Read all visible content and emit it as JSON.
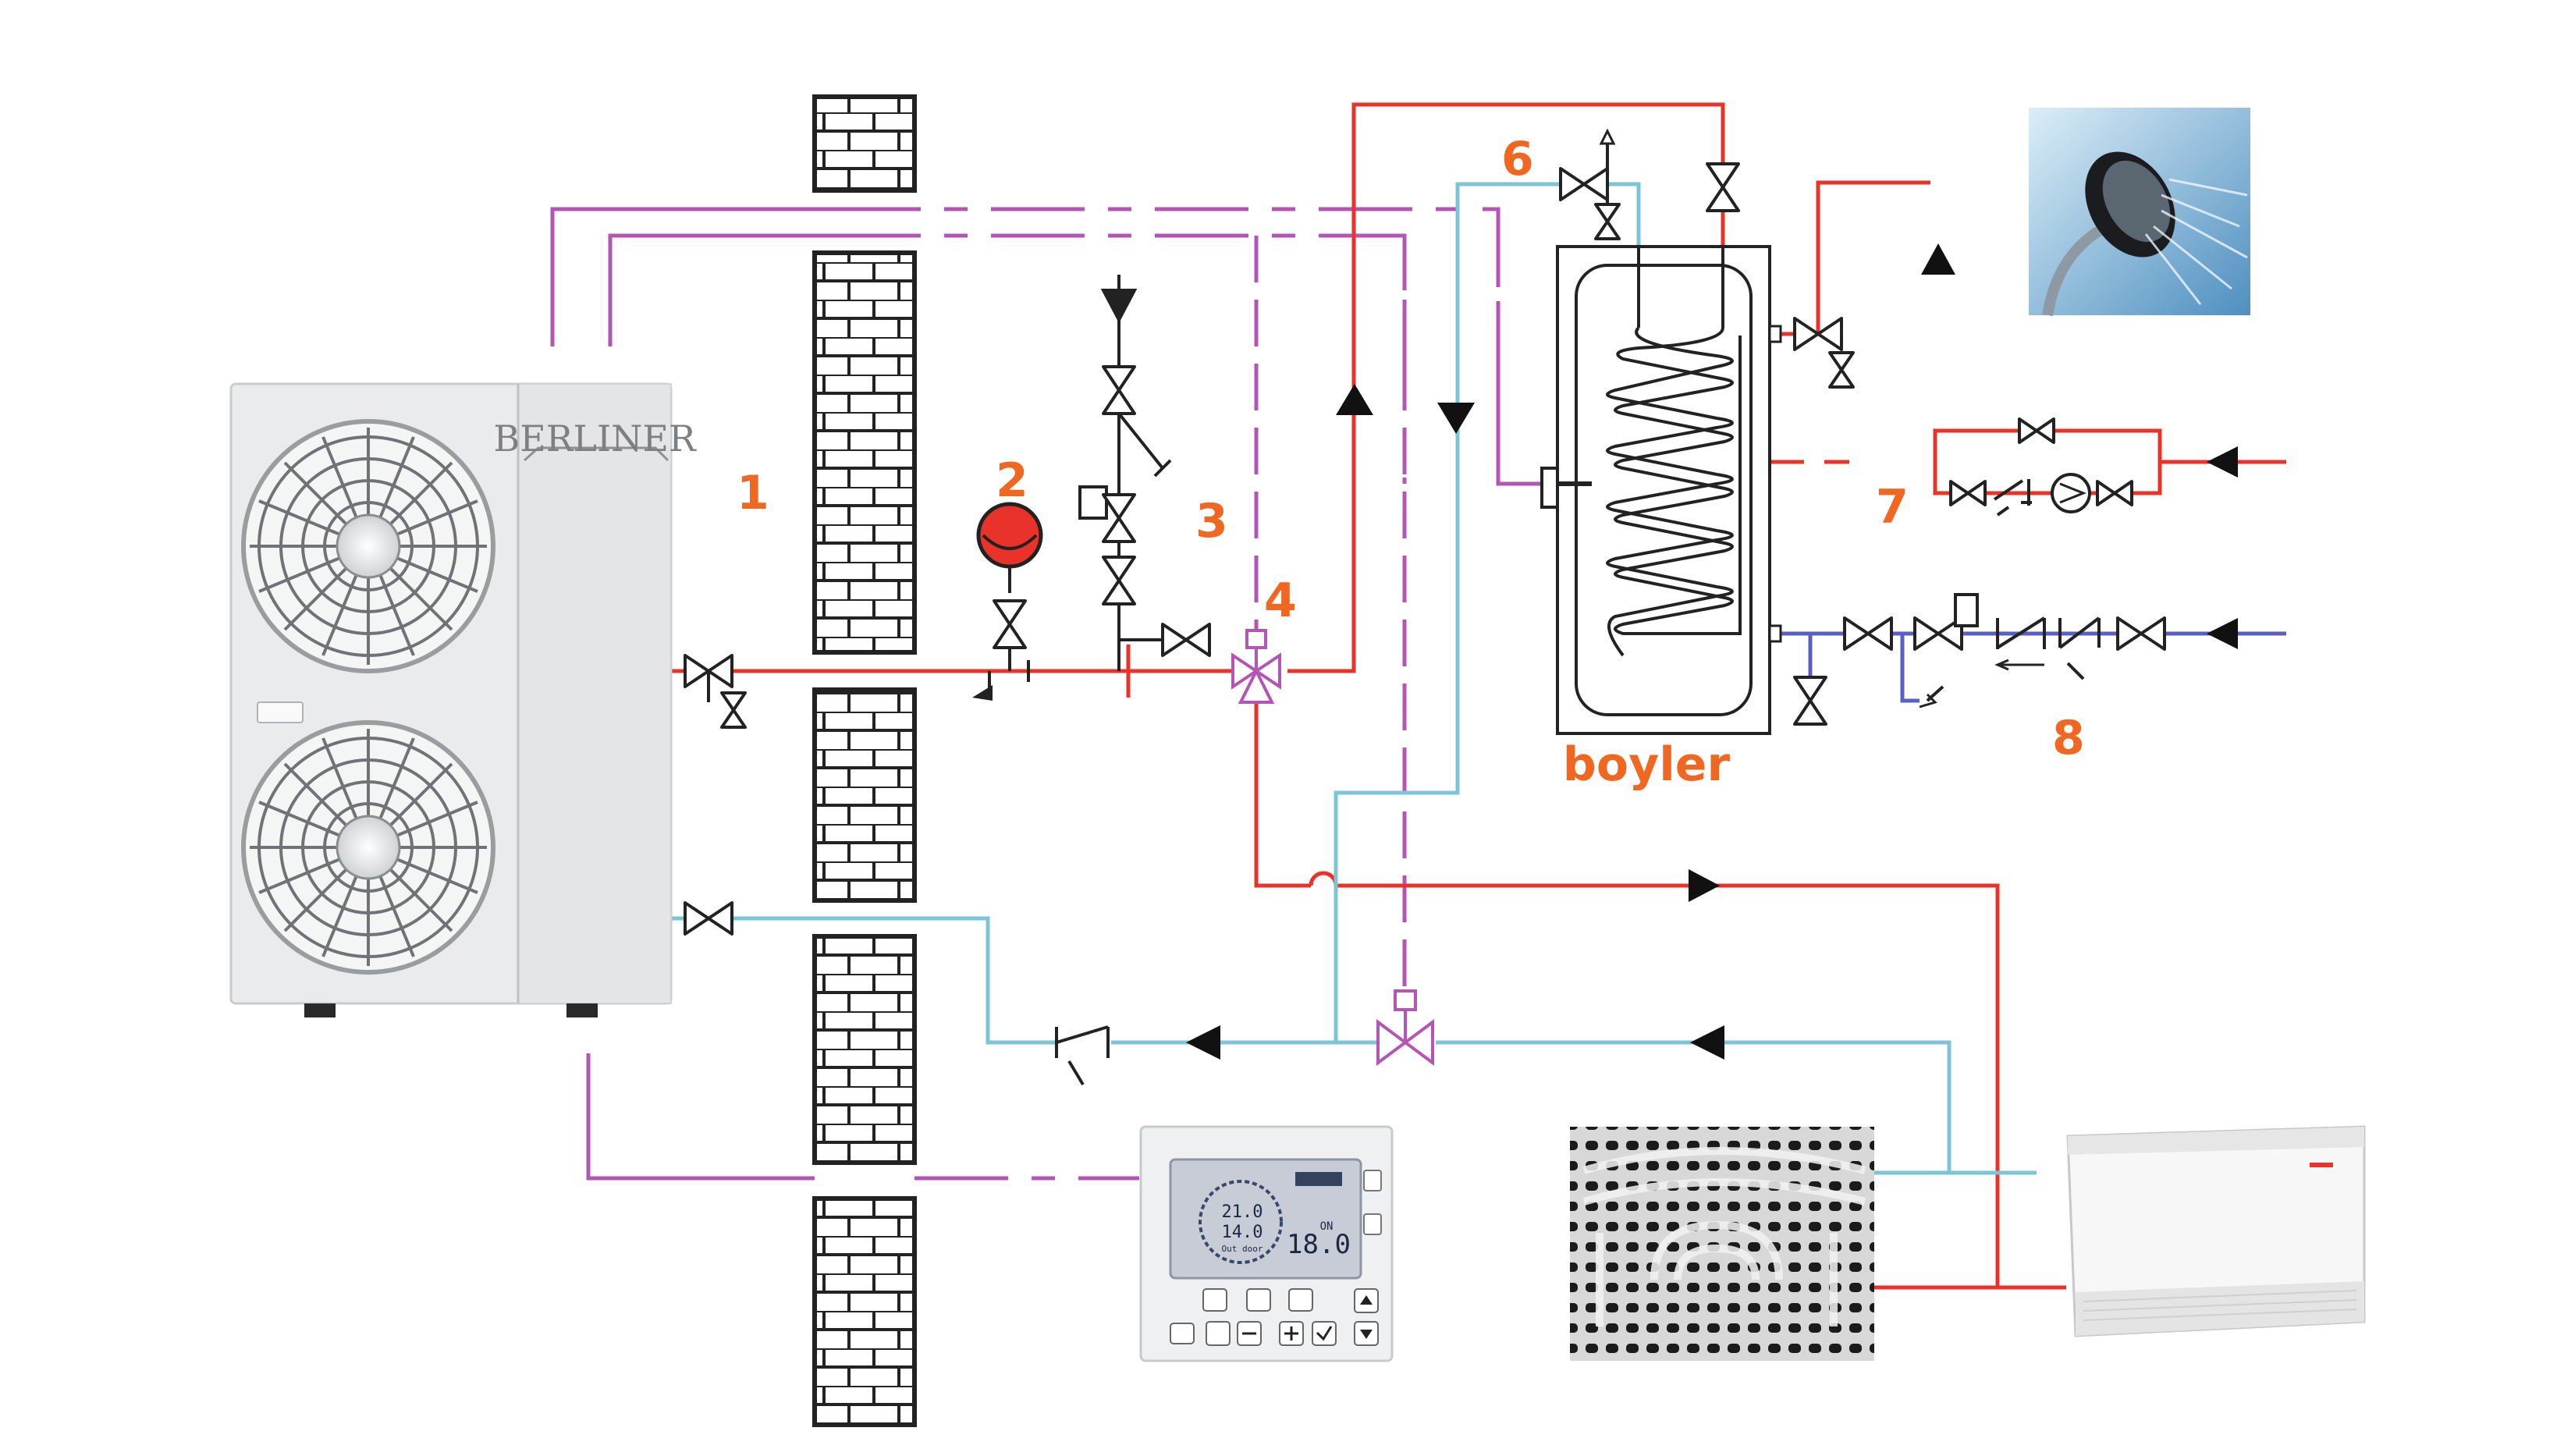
{
  "heat_pump": {
    "brand": "BERLINER"
  },
  "labels": {
    "n1": "1",
    "n2": "2",
    "n3": "3",
    "n4": "4",
    "n6": "6",
    "n7": "7",
    "n8": "8",
    "boiler": "boyler"
  },
  "controller": {
    "temp_a": "21.0",
    "temp_b": "14.0",
    "temp_c": "18.0",
    "outdoor": "Out door",
    "on": "ON"
  },
  "colors": {
    "hot": "#e8322a",
    "cold": "#7cc5d6",
    "signal": "#b455b5",
    "mains": "#5a5fc4",
    "accent": "#f06722",
    "pipe": "#222222"
  },
  "icons": {
    "valve": "gate-valve-icon",
    "check": "check-valve-icon",
    "pump": "circulation-pump-icon",
    "tank": "expansion-tank-icon",
    "three_way": "three-way-valve-icon",
    "arrow": "flow-arrow-icon"
  }
}
